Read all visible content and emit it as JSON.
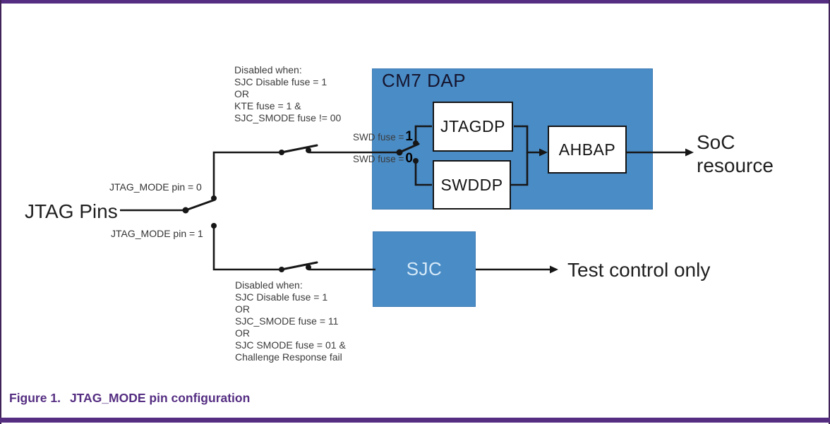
{
  "colors": {
    "purple": "#552e82",
    "purple-dark": "#402359",
    "blue": "#4a8cc6",
    "blue-border": "#3f7cb5",
    "line": "#161616",
    "note-text": "#3b3b3b",
    "text-dark": "#1f1f1f",
    "sjc-text": "#d5e9f8",
    "cm7-title": "#15152e"
  },
  "caption": {
    "prefix": "Figure 1.",
    "title": "JTAG_MODE pin configuration"
  },
  "diagram": {
    "jtag_pins_label": "JTAG Pins",
    "mode0_label": "JTAG_MODE pin = 0",
    "mode1_label": "JTAG_MODE pin = 1",
    "swd_fuse_1": {
      "prefix": "SWD fuse = ",
      "value": "1"
    },
    "swd_fuse_0": {
      "prefix": "SWD fuse =",
      "value": "0"
    },
    "cm7_dap": {
      "title": "CM7 DAP",
      "jtagdp": "JTAGDP",
      "swddp": "SWDDP",
      "ahbap": "AHBAP"
    },
    "sjc_label": "SJC",
    "soc_output": {
      "line1": "SoC",
      "line2": "resource"
    },
    "test_output": "Test control only",
    "note_top": {
      "lines": [
        "Disabled when:",
        "SJC Disable fuse = 1",
        "OR",
        "KTE fuse = 1 &",
        "SJC_SMODE fuse != 00"
      ]
    },
    "note_bottom": {
      "lines": [
        "Disabled when:",
        "SJC Disable fuse = 1",
        "OR",
        "SJC_SMODE fuse = 11",
        "OR",
        "SJC SMODE fuse = 01 &",
        "Challenge Response fail"
      ]
    }
  }
}
